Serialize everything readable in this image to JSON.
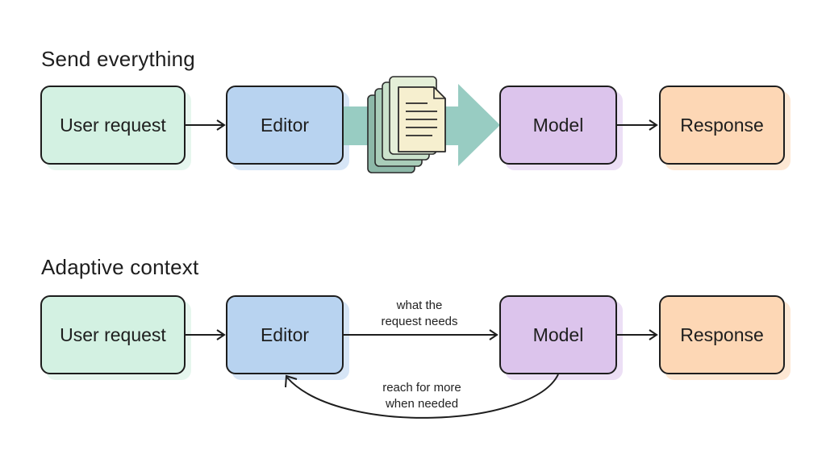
{
  "sections": [
    {
      "title": "Send everything",
      "nodes": [
        "User request",
        "Editor",
        "Model",
        "Response"
      ]
    },
    {
      "title": "Adaptive context",
      "nodes": [
        "User request",
        "Editor",
        "Model",
        "Response"
      ],
      "edge_labels": {
        "editor_to_model": "what the\nrequest needs",
        "model_to_editor": "reach for more\nwhen needed"
      }
    }
  ],
  "colors": {
    "user_request": "#d3f1e2",
    "editor": "#b8d3f0",
    "model": "#dcc4ec",
    "response": "#fdd7b5",
    "big_arrow": "#98ccc2",
    "document_stack": [
      "#8db8a8",
      "#a9cdb9",
      "#cbe2cc",
      "#e4efd8",
      "#f6efcf"
    ]
  },
  "icons": [
    "document-stack-icon",
    "big-arrow-icon"
  ]
}
